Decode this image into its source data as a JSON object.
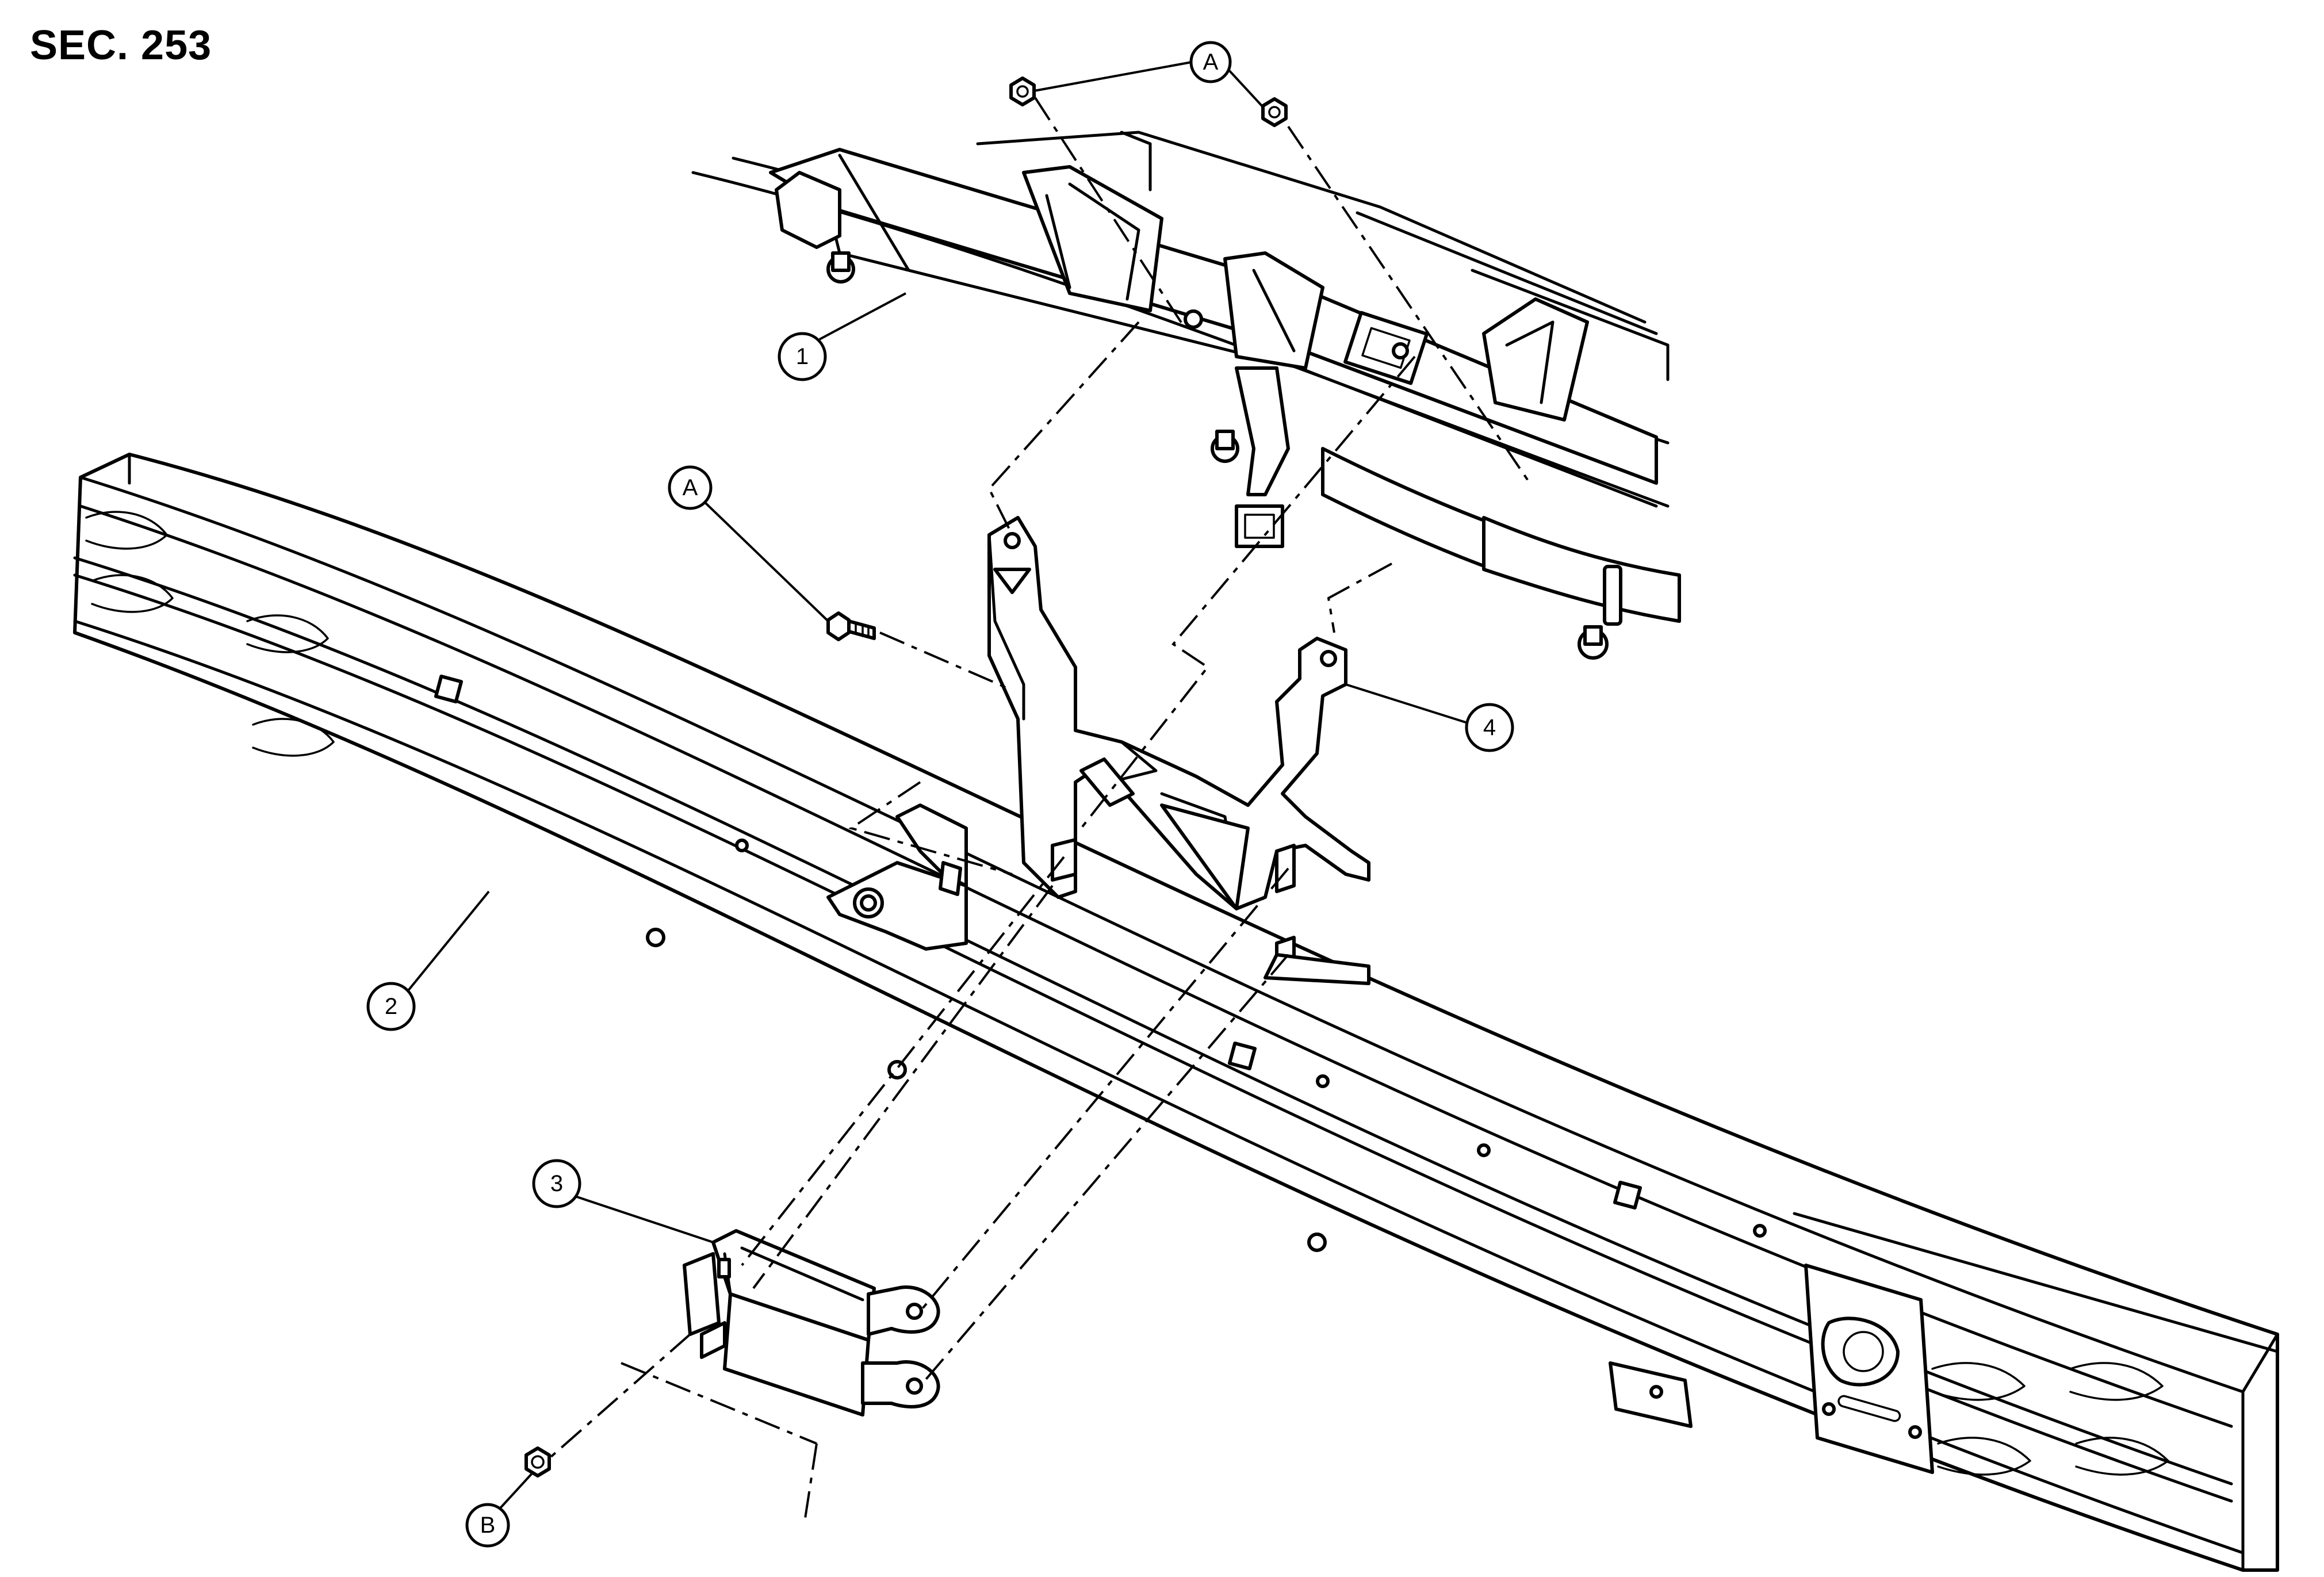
{
  "section_label": "SEC. 253",
  "callouts": {
    "part_1": "1",
    "part_2": "2",
    "part_3": "3",
    "part_4": "4",
    "fastener_a_nuts": "A",
    "fastener_a_bolt": "A",
    "fastener_b_nut": "B"
  }
}
